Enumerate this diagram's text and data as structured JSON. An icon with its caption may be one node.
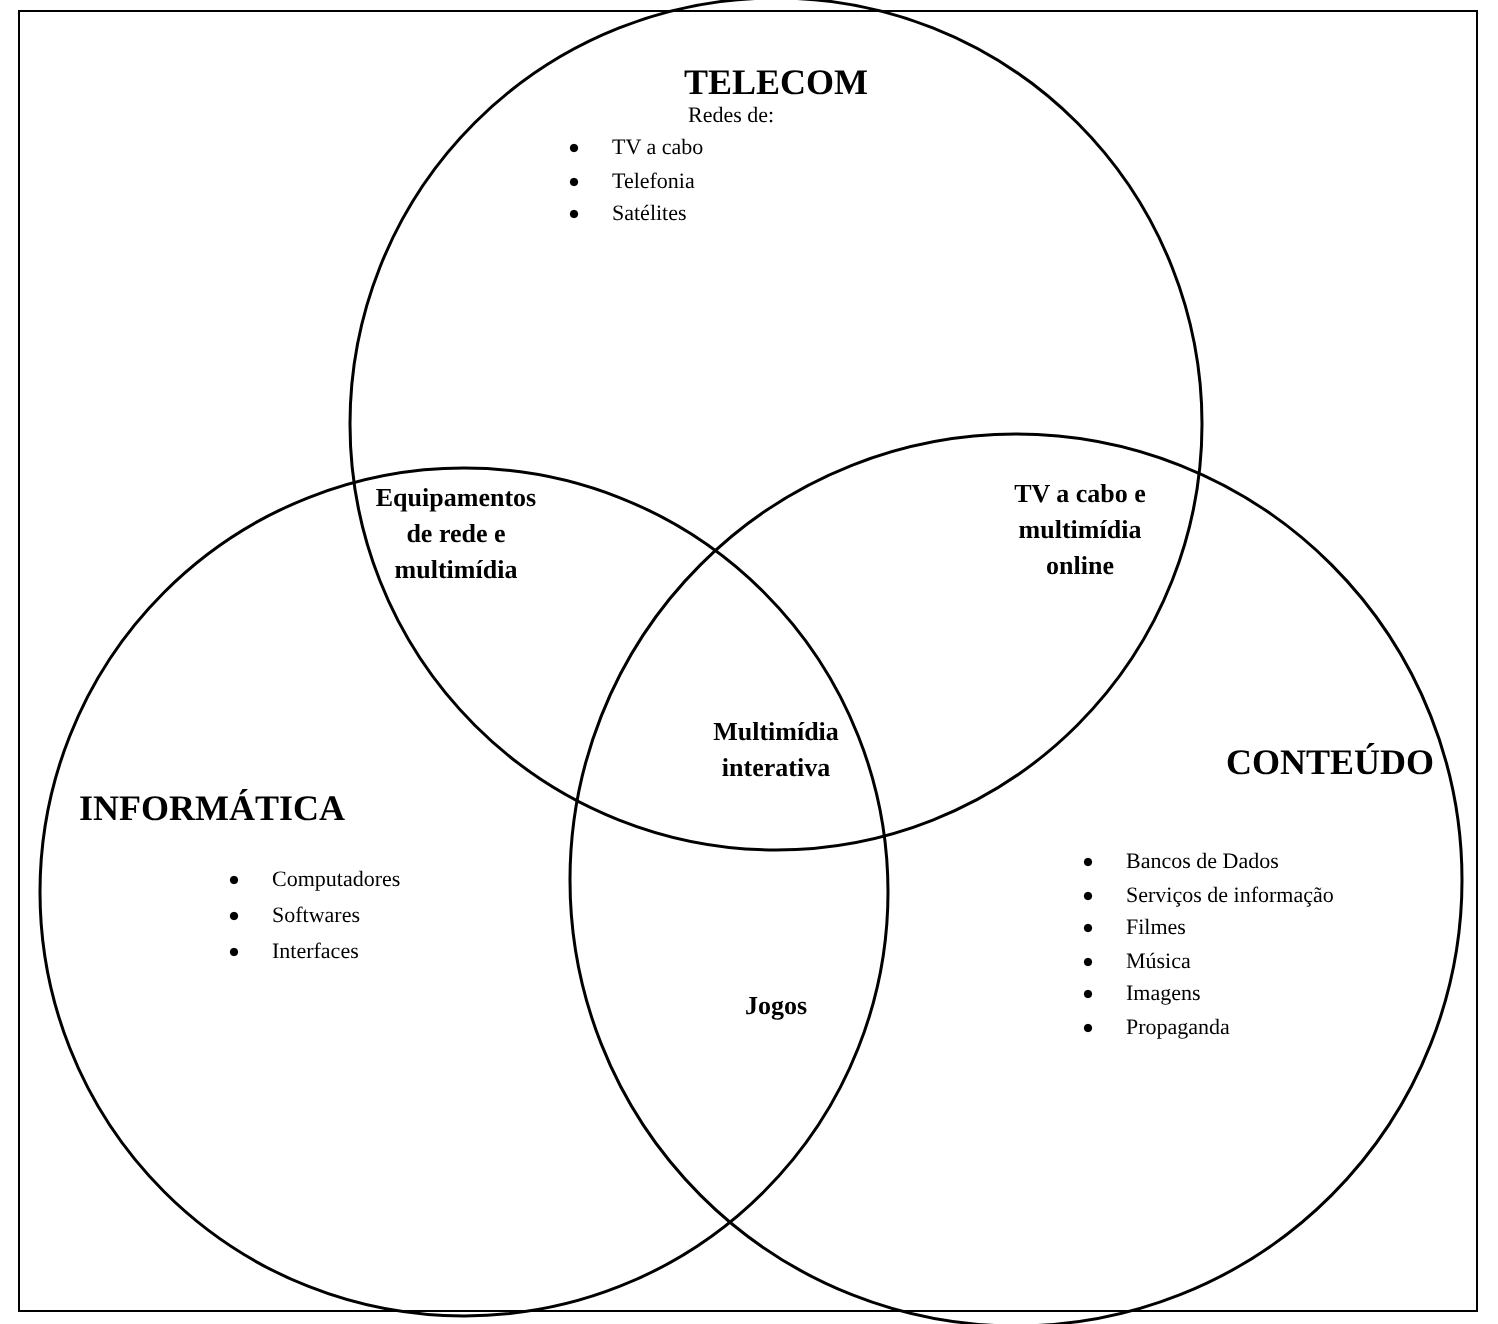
{
  "diagram": {
    "nodes": [
      {
        "text": [
          "TELECOM",
          "Redes de:",
          "TV a cabo",
          "Telefonia",
          "Satélites"
        ]
      },
      {
        "text": [
          "INFORMÁTICA",
          "Computadores",
          "Softwares",
          "Interfaces"
        ]
      },
      {
        "text": [
          "CONTEÚDO",
          "Bancos de Dados",
          "Serviços de informação",
          "Filmes",
          "Música",
          "Imagens",
          "Propaganda"
        ]
      }
    ],
    "labels": [
      "Equipamentos de rede e multimídia",
      "TV a cabo e multimídia online",
      "Multimídia interativa",
      "Jogos"
    ]
  }
}
